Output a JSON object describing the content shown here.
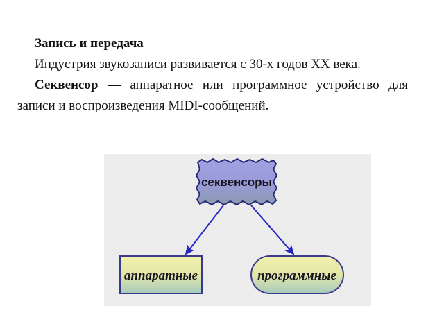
{
  "slide": {
    "heading": "Запись и передача",
    "paragraphs": [
      {
        "id": "p1",
        "text": "Индустрия звукозаписи развивается с 30-х годов XX века."
      },
      {
        "id": "p2",
        "lead": "Секвенсор",
        "rest": " — аппаратное или программное устройство для записи и воспроизведения MIDI-сообщений."
      }
    ]
  },
  "diagram": {
    "background_color": "#ececec",
    "arrow_color": "#2424c0",
    "nodes": {
      "root": {
        "label": "секвенсоры",
        "shape": "torn-rectangle",
        "fill_top": "#9a9ade",
        "fill_bottom": "#8a9bad",
        "border_color": "#282878"
      },
      "left": {
        "label": "аппаратные",
        "shape": "rectangle",
        "fill_top": "#eeeea8",
        "fill_bottom": "#a8cbbc",
        "border_color": "#3a3a8c"
      },
      "right": {
        "label": "программные",
        "shape": "rounded-rectangle",
        "fill_top": "#eeeea8",
        "fill_bottom": "#a8cbbc",
        "border_color": "#3a3a8c"
      }
    },
    "edges": [
      {
        "from": "секвенсоры",
        "to": "аппаратные"
      },
      {
        "from": "секвенсоры",
        "to": "программные"
      }
    ]
  }
}
